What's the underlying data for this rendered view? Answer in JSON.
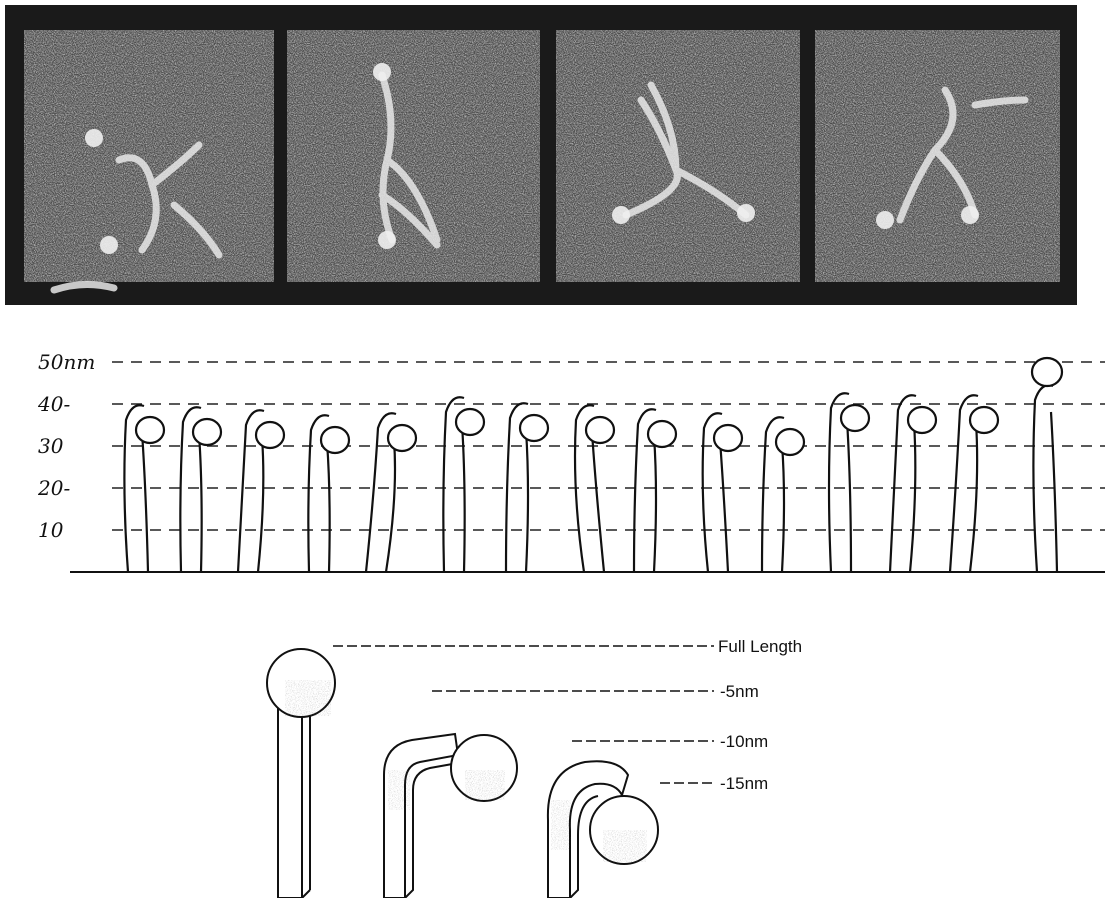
{
  "figure": {
    "micrographs": {
      "panel_count": 4,
      "names": [
        "micrograph-panel-1",
        "micrograph-panel-2",
        "micrograph-panel-3",
        "micrograph-panel-4"
      ]
    },
    "height_plot": {
      "y_tick_labels": [
        "50nm",
        "40-",
        "30",
        "20-",
        "10"
      ],
      "y_tick_values": [
        50,
        40,
        30,
        20,
        10
      ],
      "unit": "nm",
      "gridlines": "dashed",
      "traced_molecule_count": 15
    },
    "model": {
      "level_labels": [
        "Full Length",
        "-5nm",
        "-10nm",
        "-15nm"
      ],
      "shapes": [
        "straight-rod-with-head",
        "bent-rod-with-head",
        "hooked-rod-with-head"
      ]
    }
  },
  "colors": {
    "frame": "#1a1a1a",
    "ink": "#111111",
    "paper": "#ffffff"
  }
}
